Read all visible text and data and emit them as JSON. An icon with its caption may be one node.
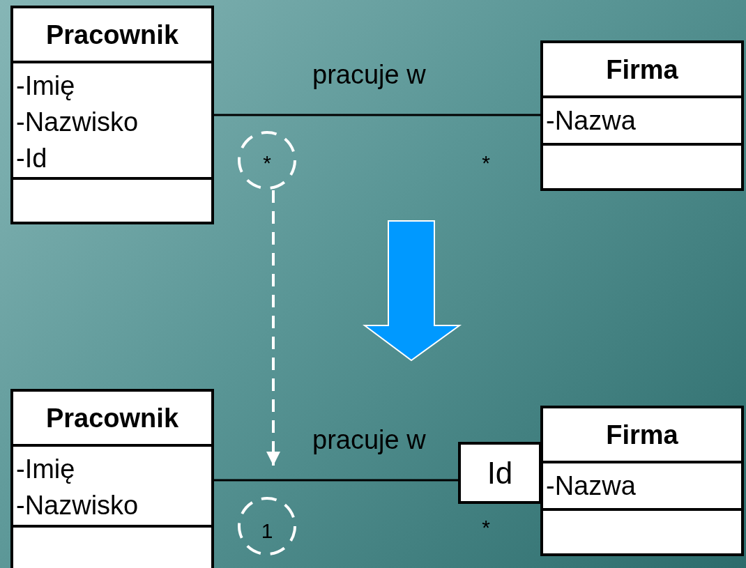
{
  "diagram": {
    "nodes": [
      {
        "text": [
          "Pracownik",
          "-Imię",
          "-Nazwisko",
          "-Id"
        ]
      },
      {
        "text": [
          "Firma",
          "-Nazwa"
        ]
      },
      {
        "text": [],
        "shape": "circle"
      },
      {
        "text": [
          "Pracownik",
          "-Imię",
          "-Nazwisko"
        ]
      },
      {
        "text": [
          "Id"
        ]
      },
      {
        "text": [
          "Firma",
          "-Nazwa"
        ]
      },
      {
        "text": [],
        "shape": "circle"
      }
    ],
    "edges": [
      {
        "from": 0,
        "to": 1,
        "arrow": "none",
        "label": "pracuje w"
      },
      {
        "from": 2,
        "to": null,
        "arrow": "to",
        "style": "dashed",
        "color": "#ffffff"
      },
      {
        "from": 3,
        "to": 4,
        "arrow": "none",
        "label": "pracuje w"
      }
    ],
    "labels": [
      "*",
      "*",
      "1",
      "*"
    ]
  }
}
